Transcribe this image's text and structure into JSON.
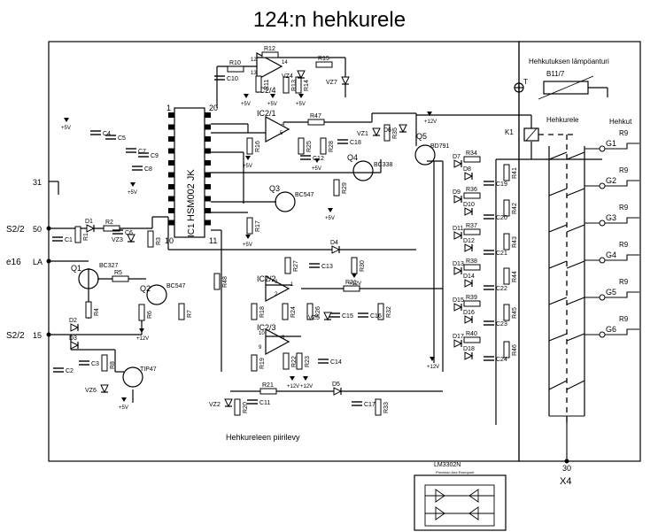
{
  "title": "124:n hehkurele",
  "ic_main": {
    "label": "HSM002 JK",
    "ref": "IC1",
    "pins": [
      "1",
      "20",
      "10",
      "11"
    ]
  },
  "opamps": [
    "IC2/4",
    "IC2/1",
    "IC2/2",
    "IC2/3"
  ],
  "opamp_pins": [
    "12",
    "13",
    "14",
    "4",
    "5",
    "3",
    "2",
    "1",
    "10",
    "9",
    "8"
  ],
  "transistors": [
    "Q1",
    "BC327",
    "Q2",
    "BC547",
    "Q3",
    "BC547",
    "Q4",
    "BC338",
    "Q5",
    "BD791",
    "TIP47"
  ],
  "connectors_left": [
    "31",
    "S2/2",
    "50",
    "e16",
    "LA",
    "S2/2",
    "15"
  ],
  "supply_labels": [
    "+5V",
    "+12V"
  ],
  "resistors": [
    "R1",
    "R2",
    "R3",
    "R4",
    "R5",
    "R6",
    "R7",
    "R8",
    "R10",
    "R11",
    "R12",
    "R13",
    "R14",
    "R15",
    "R16",
    "R17",
    "R18",
    "R19",
    "R20",
    "R21",
    "R22",
    "R23",
    "R24",
    "R25",
    "R26",
    "R27",
    "R28",
    "R29",
    "R30",
    "R31",
    "R32",
    "R33",
    "R34",
    "R35",
    "R36",
    "R37",
    "R38",
    "R39",
    "R40",
    "R41",
    "R42",
    "R43",
    "R44",
    "R45",
    "R46",
    "R47",
    "R48"
  ],
  "capacitors": [
    "C1",
    "C2",
    "C3",
    "C4",
    "C5",
    "C6",
    "C7",
    "C8",
    "C9",
    "C10",
    "C11",
    "C12",
    "C13",
    "C14",
    "C15",
    "C16",
    "C17",
    "C18",
    "C19",
    "C20",
    "C21",
    "C22",
    "C23",
    "C24"
  ],
  "diodes": [
    "D1",
    "D2",
    "D3",
    "D4",
    "D5",
    "D6",
    "D7",
    "D8",
    "D9",
    "D10",
    "D11",
    "D12",
    "D13",
    "D14",
    "D15",
    "D16",
    "D17",
    "D18",
    "VZ1",
    "VZ2",
    "VZ3",
    "VZ4",
    "VZ5",
    "VZ6",
    "VZ7"
  ],
  "relay": {
    "title": "Hehkurele",
    "ref": "K1"
  },
  "sensor": {
    "title": "Hehkutuksen lämpöanturi",
    "ref": "B11/7",
    "terminal": "T"
  },
  "plugs": {
    "title": "Hehkut",
    "resistor": "R9",
    "outputs": [
      "G1",
      "G2",
      "G3",
      "G4",
      "G5",
      "G6"
    ]
  },
  "board_label": "Hehkureleen piirilevy",
  "connector_x4": {
    "pin": "30",
    "name": "X4"
  },
  "inset": {
    "part": "LM3302N",
    "sub": "Precision Ana Exsmpout"
  },
  "colors": {
    "ink": "#000000",
    "background": "#ffffff"
  }
}
